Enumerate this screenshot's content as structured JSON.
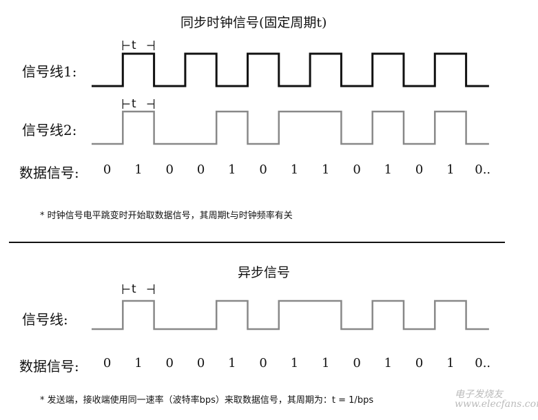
{
  "sync": {
    "title": "同步时钟信号(固定周期t)",
    "line1_label": "信号线1:",
    "line2_label": "信号线2:",
    "data_label": "数据信号:",
    "period_label": "t",
    "note": "* 时钟信号电平跳变时开始取数据信号，其周期t与时钟频率有关",
    "clock_color": "#111111",
    "data_color": "#888888"
  },
  "async": {
    "title": "异步信号",
    "line_label": "信号线:",
    "data_label": "数据信号:",
    "period_label": "t",
    "note": "* 发送端，接收端使用同一速率（波特率bps）来取数据信号，其周期为：t = 1/bps",
    "line_color": "#888888"
  },
  "bits": [
    "0",
    "1",
    "0",
    "0",
    "1",
    "0",
    "1",
    "1",
    "0",
    "1",
    "0",
    "1",
    "0.."
  ],
  "watermark": "电子发烧友 www.elecfans.com"
}
